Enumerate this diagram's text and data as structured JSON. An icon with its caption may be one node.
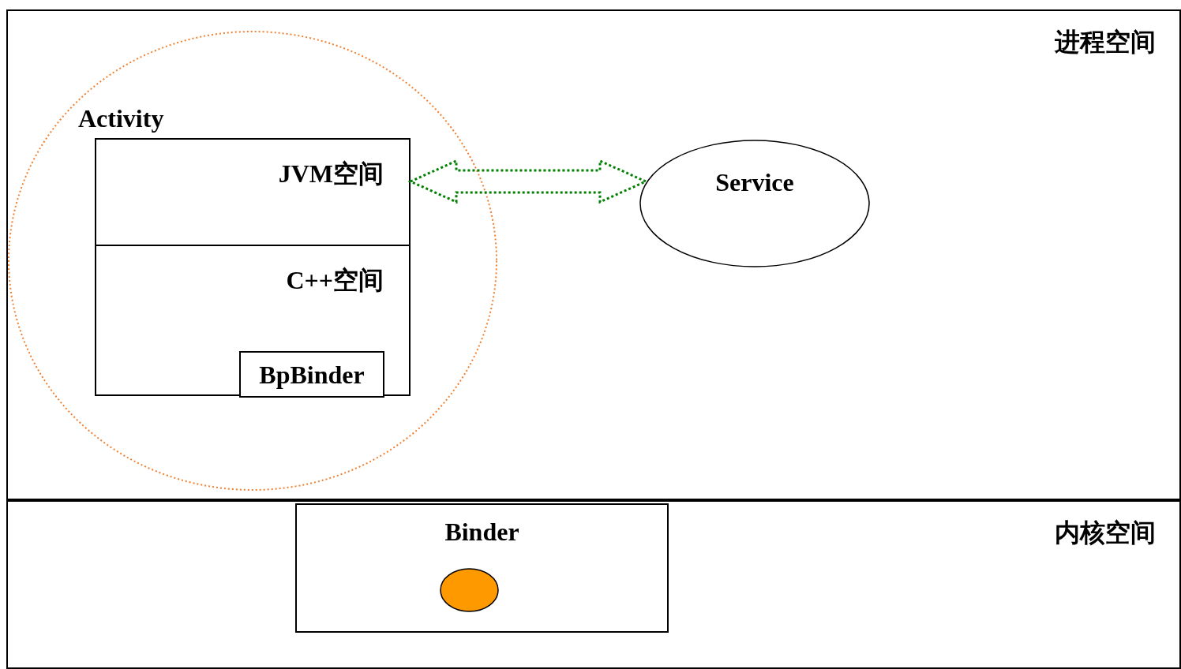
{
  "diagram": {
    "nodes": [
      {
        "text": [
          "进程空间"
        ]
      },
      {
        "text": [
          "Activity"
        ],
        "in": 0
      },
      {
        "text": [
          "JVM空间"
        ],
        "in": 1
      },
      {
        "text": [
          "C++空间"
        ],
        "in": 1
      },
      {
        "text": [
          "BpBinder"
        ],
        "in": 3
      },
      {
        "text": [
          "Service"
        ],
        "in": 0
      },
      {
        "text": [
          "内核空间"
        ]
      },
      {
        "text": [
          "Binder"
        ],
        "in": 6
      },
      {
        "text": [],
        "shape": "circle",
        "in": 7
      }
    ],
    "edges": [
      {
        "from": 2,
        "to": 5,
        "arrow": "both",
        "style": "dashed",
        "color": "#008000"
      }
    ]
  }
}
